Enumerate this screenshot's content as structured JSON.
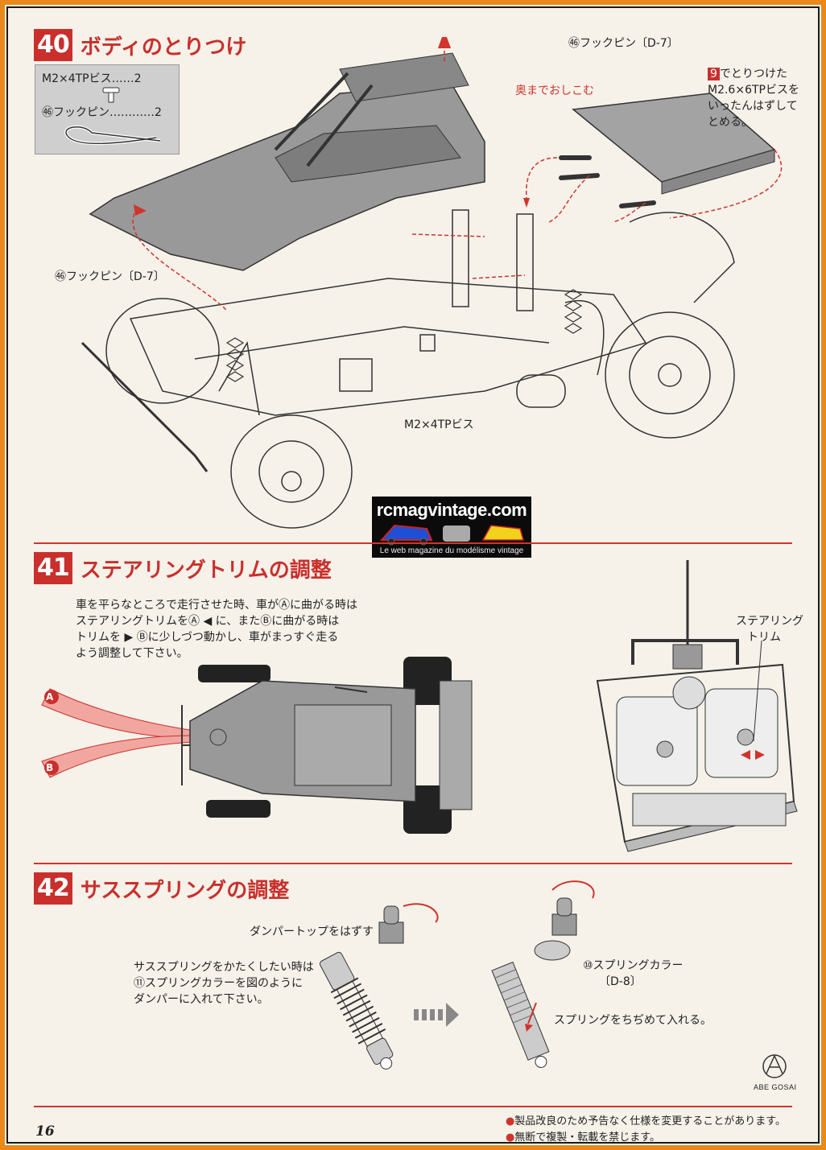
{
  "sections": [
    {
      "num": "40",
      "title": "ボディのとりつけ"
    },
    {
      "num": "41",
      "title": "ステアリングトリムの調整"
    },
    {
      "num": "42",
      "title": "サススプリングの調整"
    }
  ],
  "parts_box": {
    "row1_name": "M2×4TPビス",
    "row1_qty": "2",
    "row2_name": "㊻フックピン",
    "row2_qty": "2"
  },
  "s40_labels": {
    "hook_pin_top": "㊻フックピン〔D-7〕",
    "hook_pin_left": "㊻フックピン〔D-7〕",
    "push_in": "奥までおしこむ",
    "screw_note_num": "9",
    "screw_note_l1": "でとりつけた",
    "screw_note_l2": "M2.6×6TPビスを",
    "screw_note_l3": "いったんはずして",
    "screw_note_l4": "とめる。",
    "screw_bottom": "M2×4TPビス"
  },
  "logo": {
    "site": "rcmagvintage.com",
    "tagline": "Le web magazine du modélisme vintage"
  },
  "s41": {
    "line1": "車を平らなところで走行させた時、車がⒶに曲がる時は",
    "line2": "ステアリングトリムをⒶ ◀ に、またⒷに曲がる時は",
    "line3": "トリムを ▶ Ⓑに少しづつ動かし、車がまっすぐ走る",
    "line4": "よう調整して下さい。",
    "trim_label_l1": "ステアリング",
    "trim_label_l2": "トリム",
    "arrow_a": "A",
    "arrow_b": "B"
  },
  "s42": {
    "damper_top": "ダンパートップをはずす",
    "para_l1": "サススプリングをかたくしたい時は",
    "para_l2": "⑪スプリングカラーを図のように",
    "para_l3": "ダンパーに入れて下さい。",
    "collar_l1": "⑩スプリングカラー",
    "collar_l2": "〔D-8〕",
    "compress": "スプリングをちぢめて入れる。"
  },
  "footer": {
    "page": "16",
    "note1": "製品改良のため予告なく仕様を変更することがあります。",
    "note2": "無断で複製・転載を禁じます。",
    "maker": "ABE GOSAI"
  }
}
